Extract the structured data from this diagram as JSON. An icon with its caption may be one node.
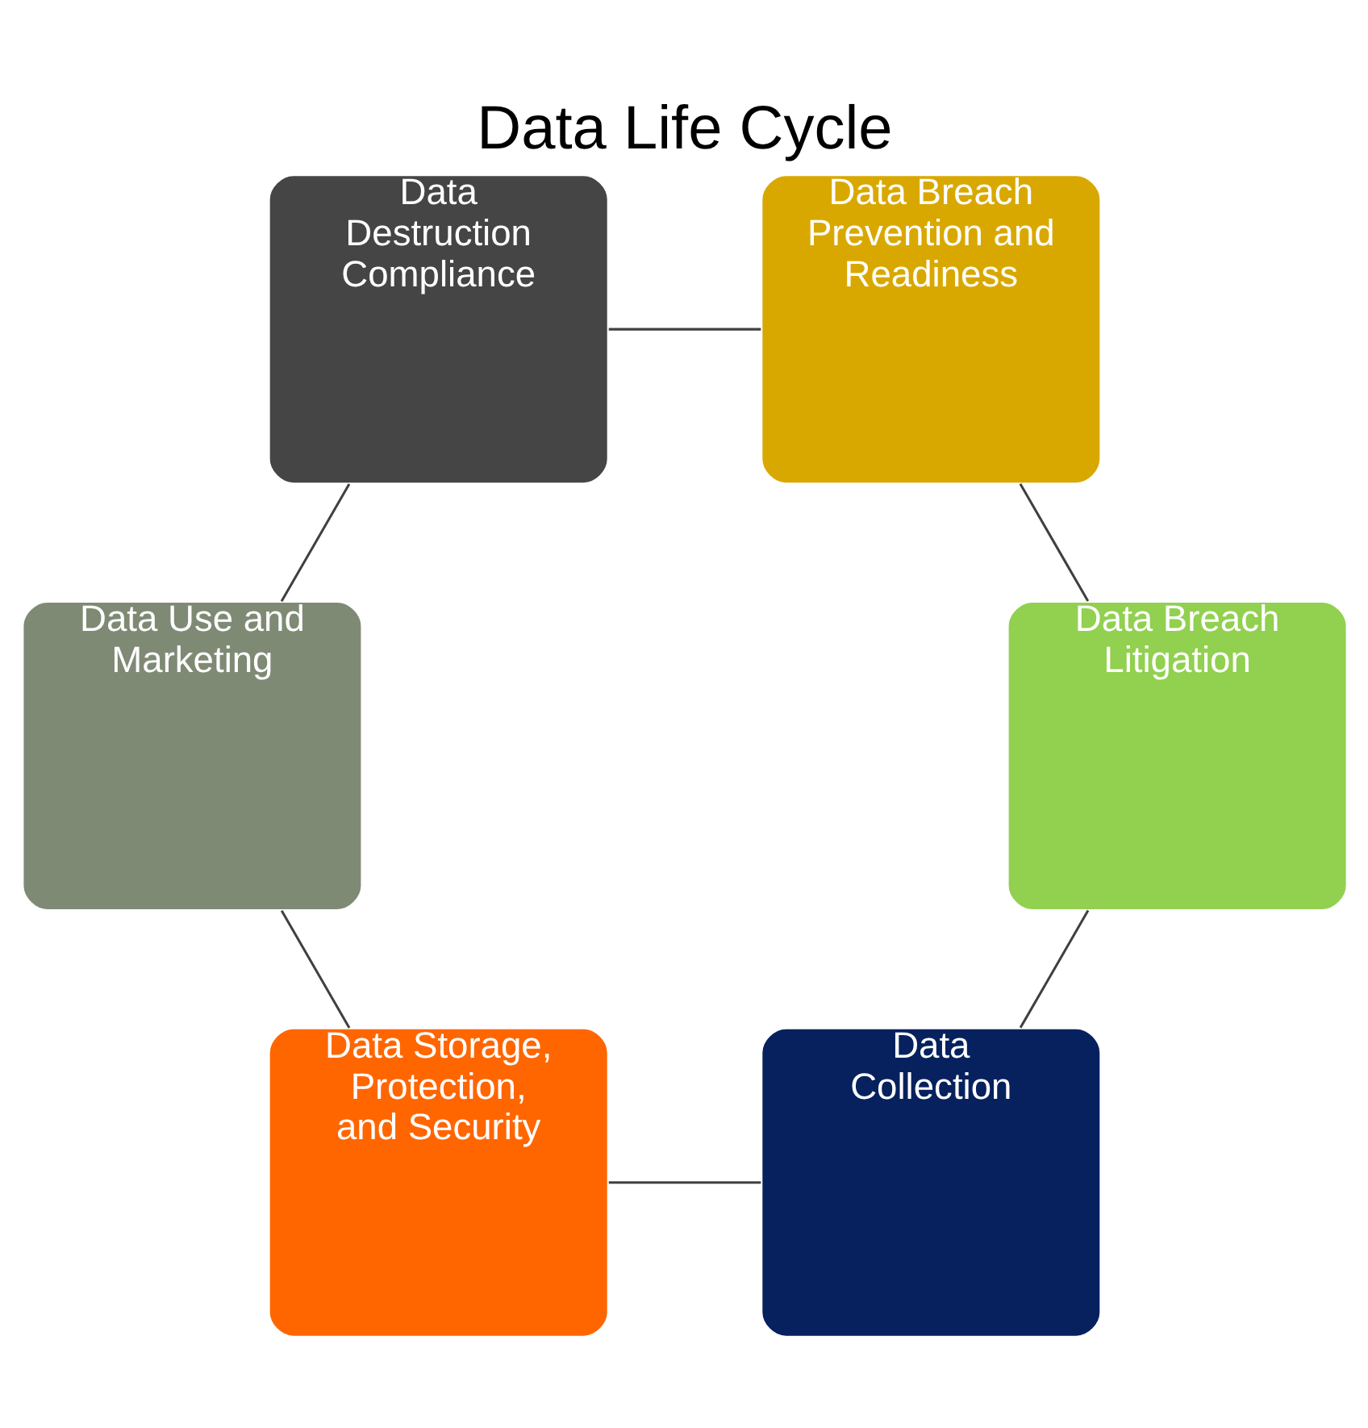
{
  "diagram": {
    "title": "Data Life Cycle",
    "nodes": [
      {
        "text": [
          "Data Collection"
        ]
      },
      {
        "text": [
          "Data Storage, Protection, and Security"
        ]
      },
      {
        "text": [
          "Data Use and Marketing"
        ]
      },
      {
        "text": [
          "Data Destruction Compliance"
        ]
      },
      {
        "text": [
          "Data Breach Prevention and Readiness"
        ]
      },
      {
        "text": [
          "Data Breach Litigation"
        ]
      }
    ],
    "edges": [
      {
        "from": 0,
        "to": 1,
        "arrow": "none"
      },
      {
        "from": 1,
        "to": 2,
        "arrow": "none"
      },
      {
        "from": 2,
        "to": 3,
        "arrow": "none"
      },
      {
        "from": 3,
        "to": 4,
        "arrow": "none"
      },
      {
        "from": 4,
        "to": 5,
        "arrow": "none"
      },
      {
        "from": 5,
        "to": 0,
        "arrow": "none"
      }
    ]
  }
}
